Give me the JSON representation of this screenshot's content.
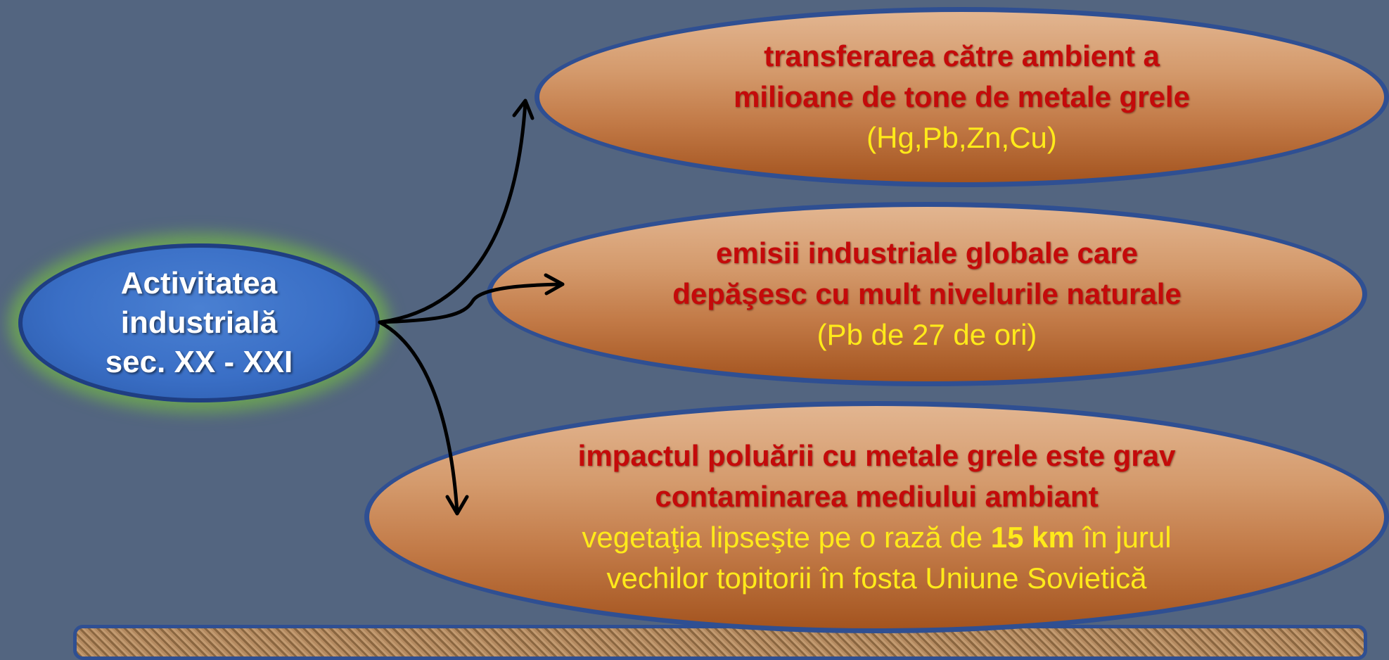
{
  "source": {
    "lines": [
      "Activitatea",
      "industrială",
      "sec. XX - XXI"
    ]
  },
  "effects": [
    {
      "red_lines": [
        "transferarea către ambient  a",
        "milioane de tone de metale grele"
      ],
      "yellow_line": "(Hg,Pb,Zn,Cu)"
    },
    {
      "red_lines": [
        "emisii industriale globale care",
        "depăşesc cu mult nivelurile naturale"
      ],
      "yellow_line": "(Pb de 27 de ori)"
    },
    {
      "red_lines": [
        "impactul  poluării cu metale grele este grav",
        "contaminarea mediului ambiant"
      ],
      "yellow_pre": "vegetaţia lipseşte pe o rază de ",
      "yellow_bold": "15 km",
      "yellow_post": " în jurul",
      "yellow_line2": "vechilor topitorii în fosta Uniune Sovietică"
    }
  ],
  "colors": {
    "background": "#536580",
    "ellipse_border": "#2f4f92",
    "red_text": "#c40a0a",
    "yellow_text": "#ffea1a",
    "source_fill": "#3a6fc6",
    "source_glow": "#6eaa50"
  }
}
